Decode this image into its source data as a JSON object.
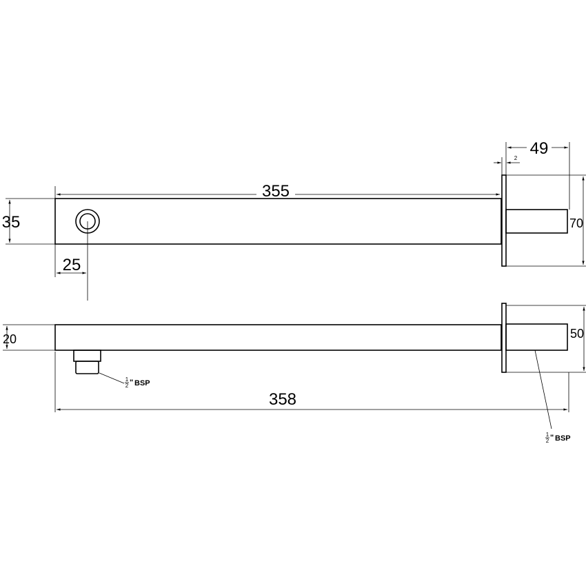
{
  "dimensions": {
    "length_top": "355",
    "height_top": "35",
    "inlet_offset": "25",
    "flange_depth": "49",
    "flange_thickness": "2",
    "flange_height": "70",
    "height_side": "20",
    "flange_height_side": "50",
    "length_side": "358"
  },
  "labels": {
    "inlet_thread": "BSP",
    "wall_thread": "BSP",
    "fraction_num": "1",
    "fraction_den": "2",
    "inch_mark": "\""
  }
}
